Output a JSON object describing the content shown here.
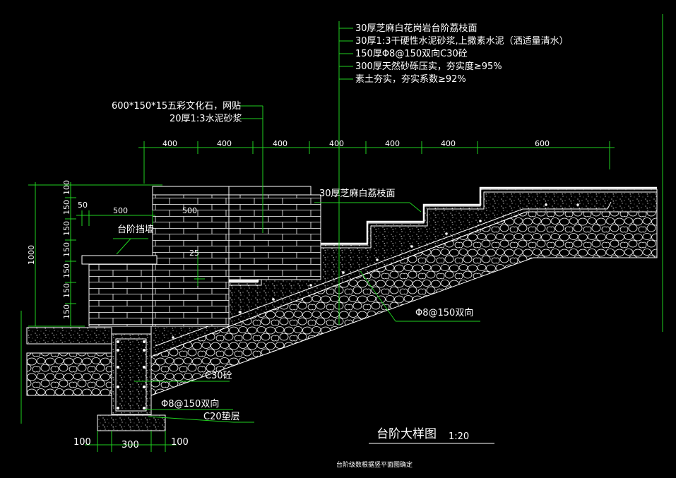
{
  "drawing": {
    "title": "台阶大样图",
    "scale": "1:20",
    "note": "台阶级数根据竖平面图确定"
  },
  "callout_top": [
    "30厚芝麻白花岗岩台阶荔枝面",
    "30厚1:3干硬性水泥砂浆,上撒素水泥（洒适量清水）",
    "150厚Φ8@150双向C30砼",
    "300厚天然砂砾压实，夯实度≥95%",
    "素土夯实，夯实系数≥92%"
  ],
  "callout_wall": [
    "600*150*15五彩文化石，网贴",
    "20厚1:3水泥砂浆"
  ],
  "labels": {
    "step_finish": "30厚芝麻白荔枝面",
    "retaining_wall": "台阶挡墙",
    "rebar_right": "Φ8@150双向",
    "concrete": "C30砼",
    "rebar_left": "Φ8@150双向",
    "cushion": "C20垫层"
  },
  "dims": {
    "top": [
      "400",
      "400",
      "400",
      "400",
      "400",
      "400",
      "600"
    ],
    "left_total": "1000",
    "left_parts": [
      "100",
      "150",
      "150",
      "150",
      "150",
      "150",
      "150"
    ],
    "w50": "50",
    "w500a": "500",
    "w500b": "500",
    "riser25": "25",
    "bottom": [
      "100",
      "300",
      "100"
    ]
  }
}
